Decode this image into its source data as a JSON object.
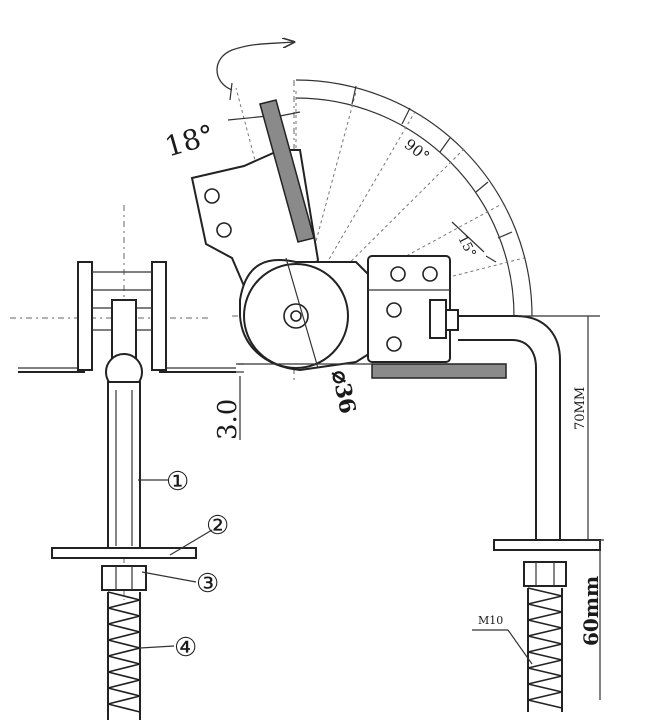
{
  "labels": {
    "open_angle": "18°",
    "rotation_range": "90°",
    "stop_angle": "15°",
    "gap": "3.0",
    "pivot_diameter": "⌀36",
    "height_upper": "70MM",
    "height_lower": "60mm",
    "thread": "M10"
  },
  "parts": {
    "part1": "①",
    "part2": "②",
    "part3": "③",
    "part4": "④"
  },
  "colors": {
    "line": "#222222",
    "plate": "#8a8a8a",
    "background": "#ffffff"
  }
}
